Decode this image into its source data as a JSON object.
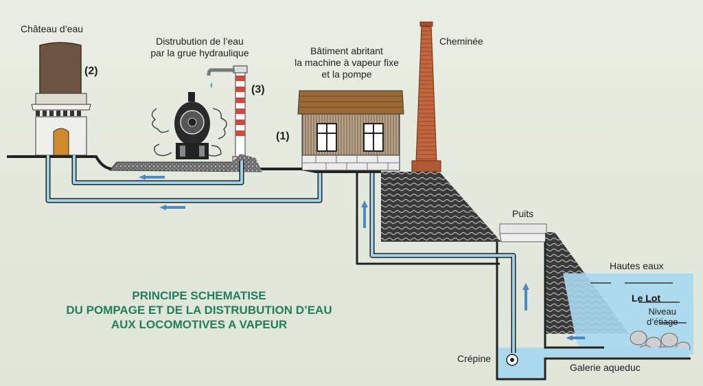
{
  "labels": {
    "chateau": "Château d’eau",
    "distribution_line1": "Distrubution de l’eau",
    "distribution_line2": "par la grue hydraulique",
    "batiment_line1": "Bâtiment abritant",
    "batiment_line2": "la machine à vapeur fixe",
    "batiment_line3": "et la pompe",
    "cheminee": "Cheminée",
    "puits": "Puits",
    "hautes_eaux": "Hautes eaux",
    "le_lot": "Le Lot",
    "niveau_line1": "Niveau",
    "niveau_line2": "d’étiage",
    "crepine": "Crépine",
    "galerie": "Galerie aqueduc"
  },
  "numbers": {
    "n1": "(1)",
    "n2": "(2)",
    "n3": "(3)"
  },
  "title": {
    "line1": "PRINCIPE SCHEMATISE",
    "line2": "DU POMPAGE ET DE LA DISTRUBUTION D’EAU",
    "line3": "AUX LOCOMOTIVES A VAPEUR"
  },
  "colors": {
    "pipe": "#9fd3ea",
    "water": "#a9d8ef",
    "title": "#1f7f5a",
    "chimney": "#c0643f",
    "roof": "#9a6a35"
  }
}
